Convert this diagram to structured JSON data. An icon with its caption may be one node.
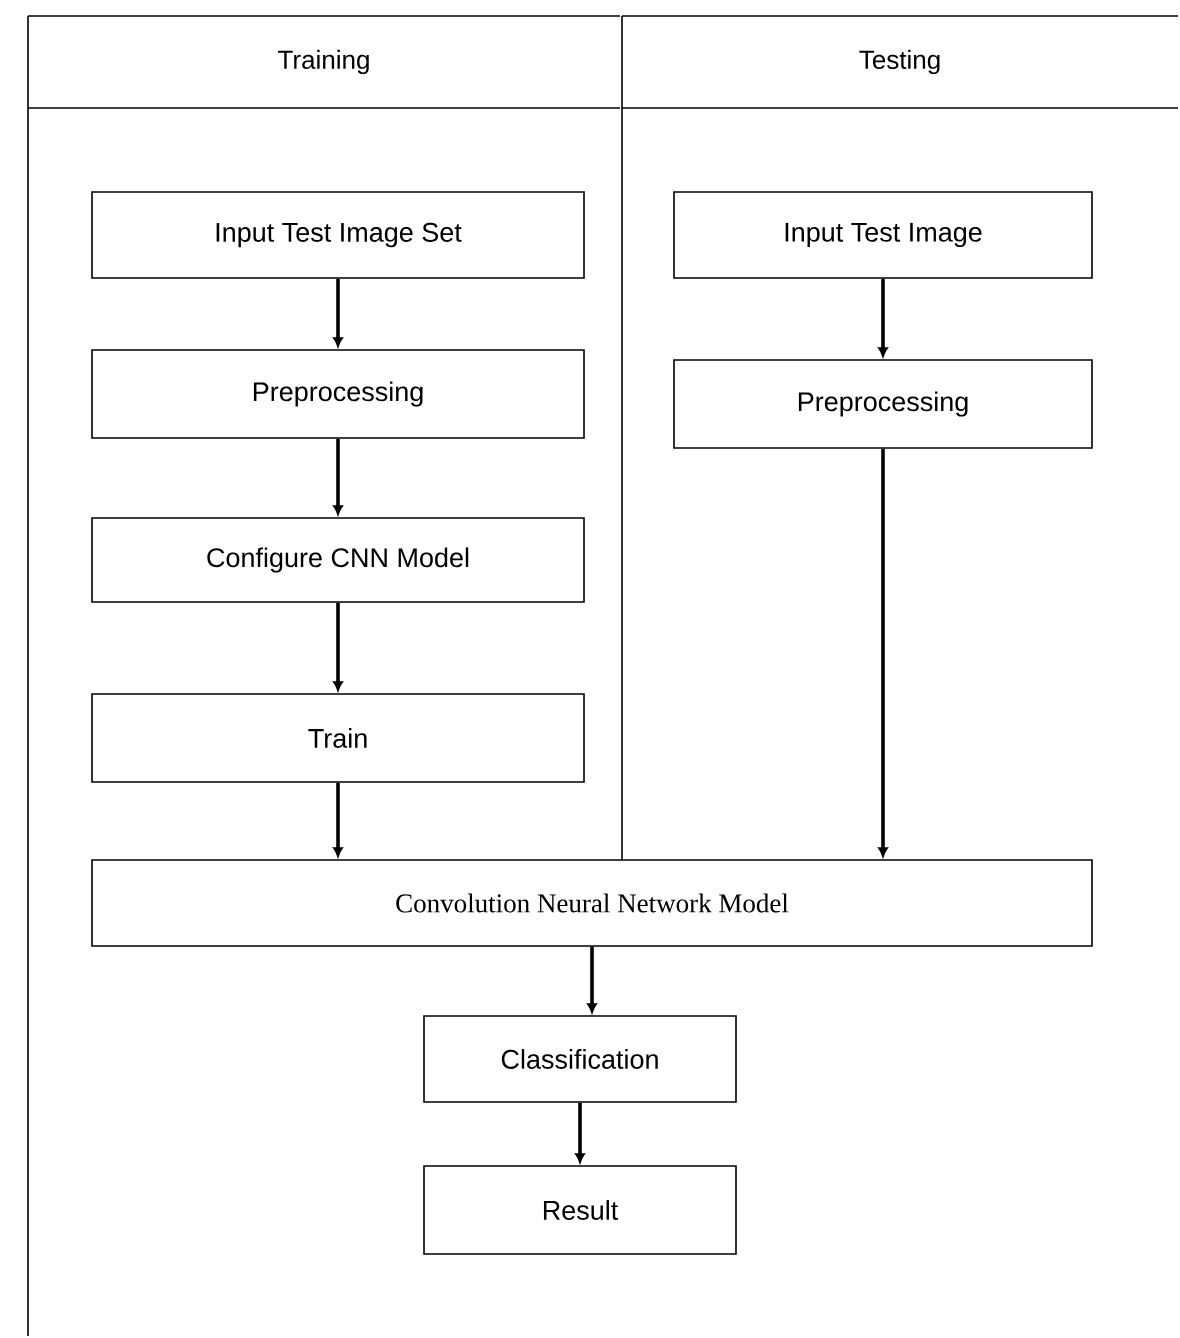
{
  "diagram": {
    "nodes": [
      {
        "text": [
          "Training"
        ]
      },
      {
        "text": [
          "Testing"
        ]
      },
      {
        "text": [
          "Input Test Image Set"
        ],
        "in": 0
      },
      {
        "text": [
          "Preprocessing"
        ],
        "in": 0
      },
      {
        "text": [
          "Configure CNN Model"
        ],
        "in": 0
      },
      {
        "text": [
          "Train"
        ],
        "in": 0
      },
      {
        "text": [
          "Input Test Image"
        ],
        "in": 1
      },
      {
        "text": [
          "Preprocessing"
        ],
        "in": 1
      },
      {
        "text": [
          "Convolution Neural Network Model"
        ]
      },
      {
        "text": [
          "Classification"
        ]
      },
      {
        "text": [
          "Result"
        ]
      }
    ],
    "edges": [
      {
        "from": 2,
        "to": 3,
        "arrow": "to"
      },
      {
        "from": 3,
        "to": 4,
        "arrow": "to"
      },
      {
        "from": 4,
        "to": 5,
        "arrow": "to"
      },
      {
        "from": 5,
        "to": 8,
        "arrow": "to"
      },
      {
        "from": 6,
        "to": 7,
        "arrow": "to"
      },
      {
        "from": 7,
        "to": 8,
        "arrow": "to"
      },
      {
        "from": 8,
        "to": 9,
        "arrow": "to"
      },
      {
        "from": 9,
        "to": 10,
        "arrow": "to"
      }
    ]
  }
}
